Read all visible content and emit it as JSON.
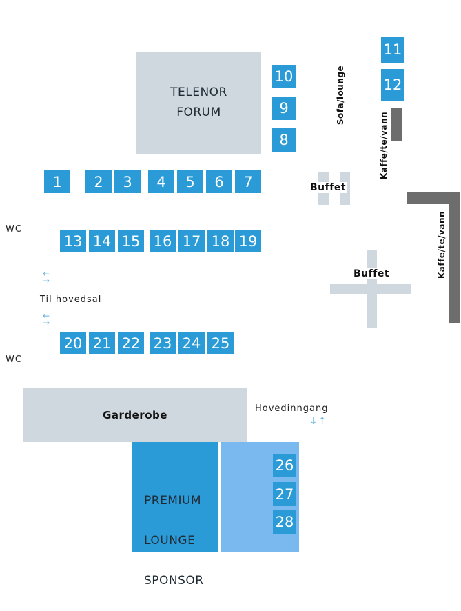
{
  "telenor_forum": {
    "line1": "TELENOR",
    "line2": "FORUM"
  },
  "sofa_lounge": "Sofa/lounge",
  "kaffe1": "Kaffe/te/vann",
  "kaffe2": "Kaffe/te/vann",
  "buffet1": "Buffet",
  "buffet2": "Buffet",
  "wc1": "WC",
  "wc2": "WC",
  "til_hovedsal": "Til hovedsal",
  "hovedinngang": "Hovedinngang",
  "garderobe": "Garderobe",
  "premium": {
    "line1": "PREMIUM",
    "line2": "LOUNGE",
    "line3": "SPONSOR"
  },
  "booths": {
    "b1": "1",
    "b2": "2",
    "b3": "3",
    "b4": "4",
    "b5": "5",
    "b6": "6",
    "b7": "7",
    "b8": "8",
    "b9": "9",
    "b10": "10",
    "b11": "11",
    "b12": "12",
    "b13": "13",
    "b14": "14",
    "b15": "15",
    "b16": "16",
    "b17": "17",
    "b18": "18",
    "b19": "19",
    "b20": "20",
    "b21": "21",
    "b22": "22",
    "b23": "23",
    "b24": "24",
    "b25": "25",
    "b26": "26",
    "b27": "27",
    "b28": "28"
  },
  "colors": {
    "booth": "#2b9bd8",
    "room": "#cfd8de",
    "wall": "#6d6d6d",
    "premium": "#2b9bd8",
    "lounge_area": "#7ab8f0"
  }
}
